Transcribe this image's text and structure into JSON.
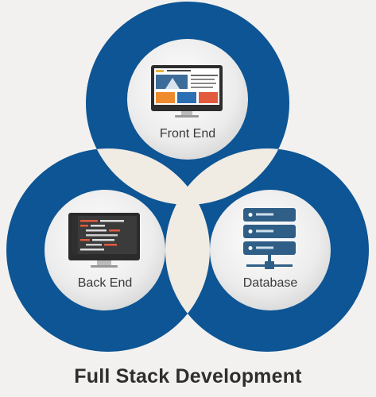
{
  "diagram": {
    "title": "Full Stack Development",
    "nodes": [
      {
        "id": "front-end",
        "label": "Front End",
        "icon": "website-monitor-icon"
      },
      {
        "id": "back-end",
        "label": "Back End",
        "icon": "code-monitor-icon"
      },
      {
        "id": "database",
        "label": "Database",
        "icon": "server-stack-icon"
      }
    ],
    "colors": {
      "ring": "#0d5594",
      "overlap": "#f0ebe3",
      "background": "#f2f1ef",
      "disc": "#ededed",
      "text": "#3a3a3a"
    }
  }
}
